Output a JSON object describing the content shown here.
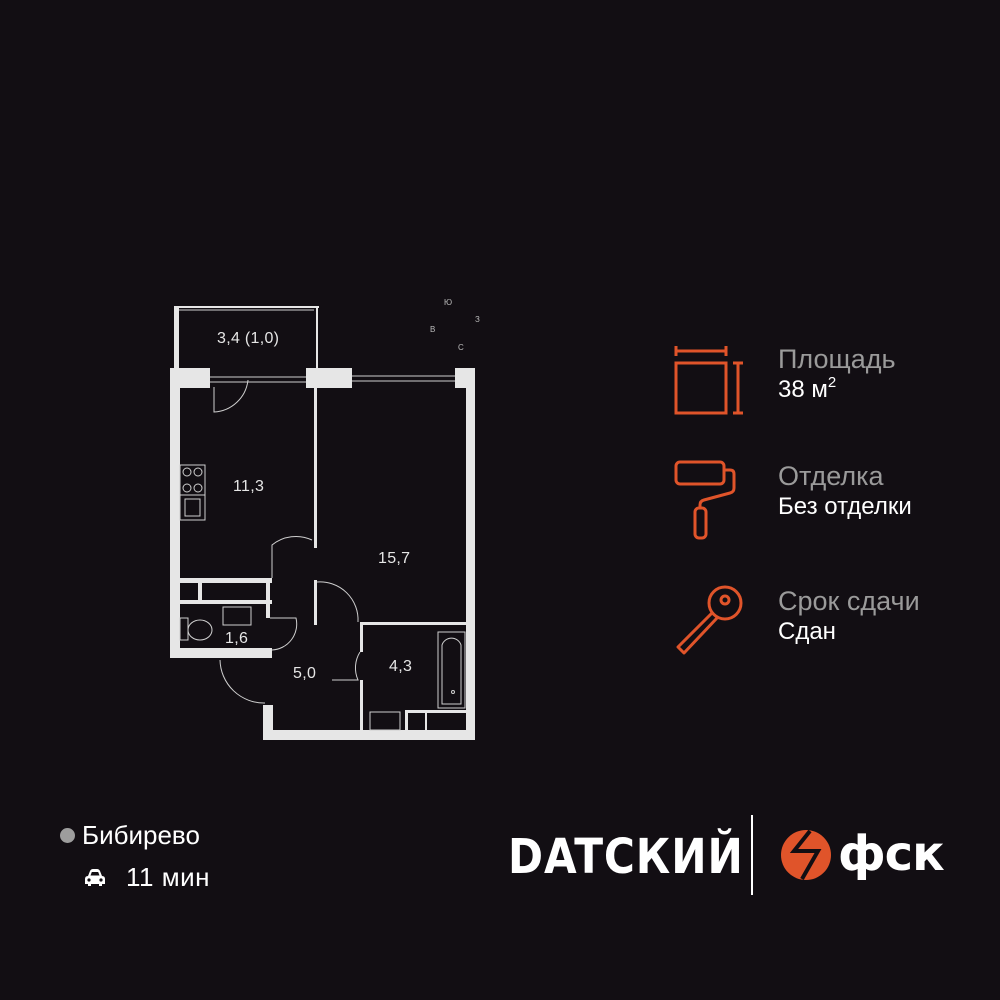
{
  "floorplan": {
    "rooms": [
      {
        "id": "balcony",
        "label": "3,4 (1,0)"
      },
      {
        "id": "kitchen",
        "label": "11,3"
      },
      {
        "id": "living-room",
        "label": "15,7"
      },
      {
        "id": "toilet",
        "label": "1,6"
      },
      {
        "id": "hallway",
        "label": "5,0"
      },
      {
        "id": "bathroom",
        "label": "4,3"
      }
    ],
    "compass": {
      "south": "Ю",
      "west": "З",
      "east": "В",
      "north": "С"
    }
  },
  "info": {
    "area": {
      "label": "Площадь",
      "value": "38 м",
      "unit_sup": "2",
      "icon": "area-icon"
    },
    "finish": {
      "label": "Отделка",
      "value": "Без отделки",
      "icon": "paint-roller-icon"
    },
    "delivery": {
      "label": "Срок сдачи",
      "value": "Сдан",
      "icon": "key-icon"
    }
  },
  "location": {
    "metro": "Бибирево",
    "travel_time": "11 мин",
    "travel_icon": "car-icon"
  },
  "branding": {
    "project": "DATСКИЙ",
    "developer": "фск"
  },
  "colors": {
    "background": "#120e13",
    "accent": "#e0542a",
    "wall": "#e8e8e8",
    "label_muted": "#9a9a9a"
  }
}
